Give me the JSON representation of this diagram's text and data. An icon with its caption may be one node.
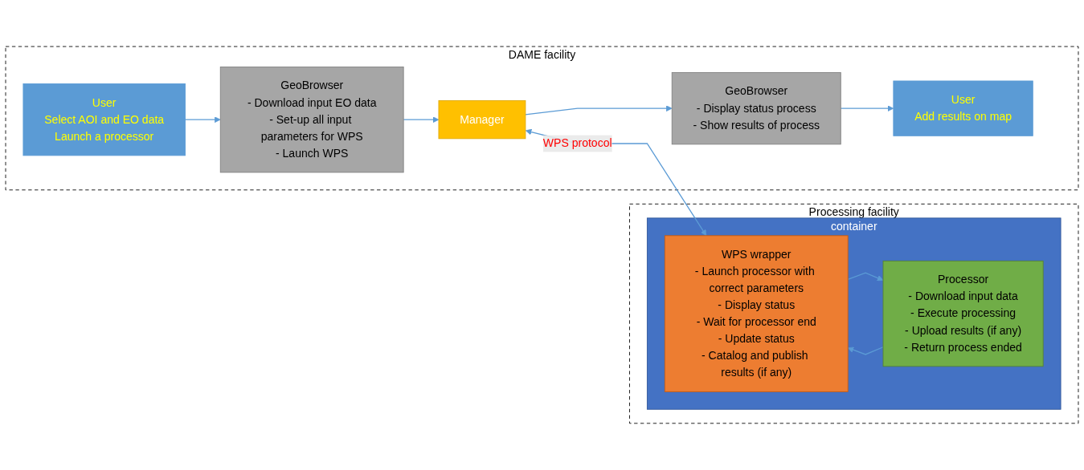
{
  "diagram": {
    "nodes": [
      {
        "text": [
          "DAME facility"
        ]
      },
      {
        "text": [
          "User",
          "Select AOI and EO data",
          "Launch a processor"
        ],
        "in": 0
      },
      {
        "text": [
          "GeoBrowser",
          "- Download input EO data",
          "- Set-up all input parameters for WPS",
          "- Launch WPS"
        ],
        "in": 0
      },
      {
        "text": [
          "Manager"
        ],
        "in": 0
      },
      {
        "text": [
          "User",
          "Add results on map"
        ],
        "in": 0
      },
      {
        "text": [
          "GeoBrowser",
          "- Display status process",
          "- Show results of process"
        ],
        "in": 0
      },
      {
        "text": [
          "Processing facility"
        ]
      },
      {
        "text": [
          "container"
        ],
        "in": 6
      },
      {
        "text": [
          "WPS wrapper",
          "- Launch processor with correct parameters",
          "- Display status",
          "- Wait for processor end",
          "- Update status",
          "- Catalog and publish results (if any)"
        ],
        "in": 7
      },
      {
        "text": [
          "Processor",
          "- Download input data",
          "- Execute processing",
          "- Upload results (if any)",
          "- Return process ended"
        ],
        "in": 7
      }
    ],
    "edges": [
      {
        "from": 1,
        "to": 2,
        "arrow": "to"
      },
      {
        "from": 2,
        "to": 3,
        "arrow": "to"
      },
      {
        "from": 3,
        "to": 5,
        "arrow": "to"
      },
      {
        "from": 5,
        "to": 4,
        "arrow": "to"
      },
      {
        "from": 3,
        "to": 8,
        "arrow": "both",
        "label": "WPS protocol"
      },
      {
        "from": 8,
        "to": 9,
        "arrow": "to"
      },
      {
        "from": 9,
        "to": 8,
        "arrow": "to"
      }
    ]
  }
}
